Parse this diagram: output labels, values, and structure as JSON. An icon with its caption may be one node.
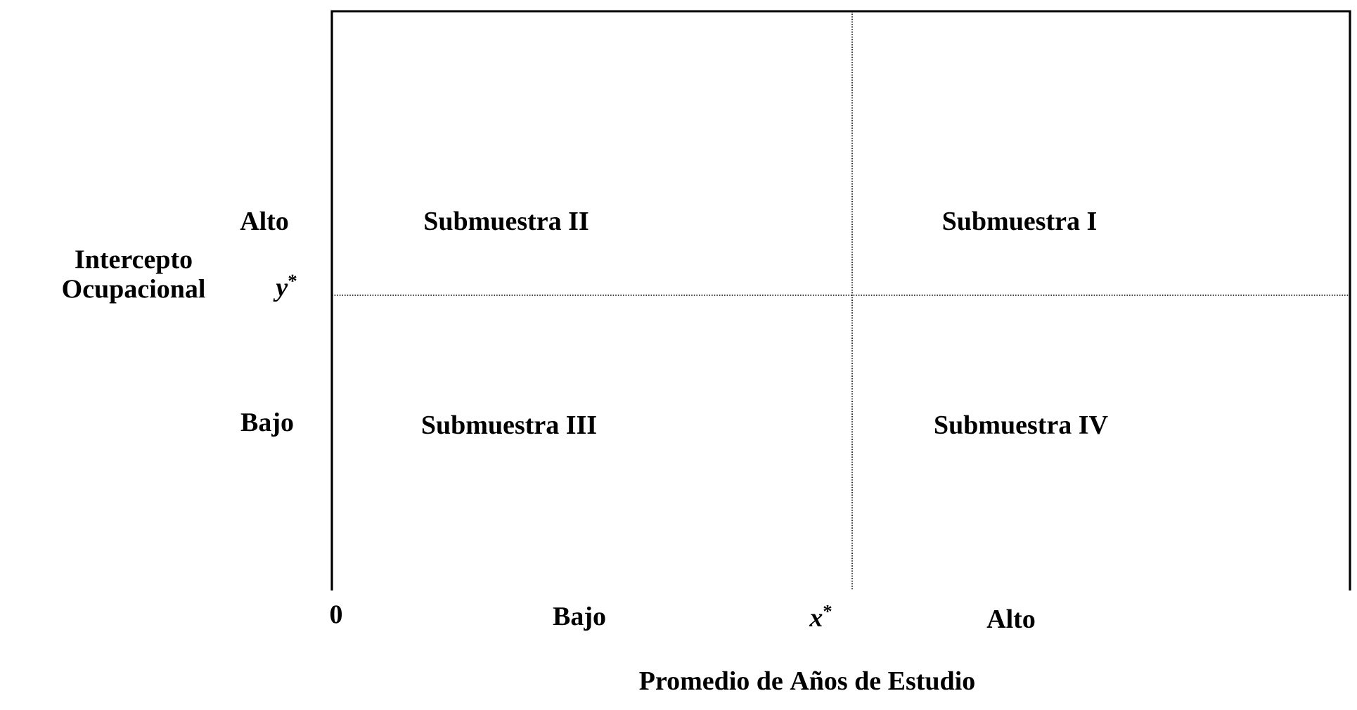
{
  "diagram": {
    "labels": [
      "Alto",
      "Submuestra II",
      "Submuestra I",
      "Intercepto Ocupacional",
      "*y*$^{*}$",
      "Bajo",
      "Submuestra III",
      "Submuestra IV",
      "0",
      "Bajo",
      "*x*$^{*}$",
      "Alto",
      "Promedio de Años de Estudio"
    ]
  }
}
